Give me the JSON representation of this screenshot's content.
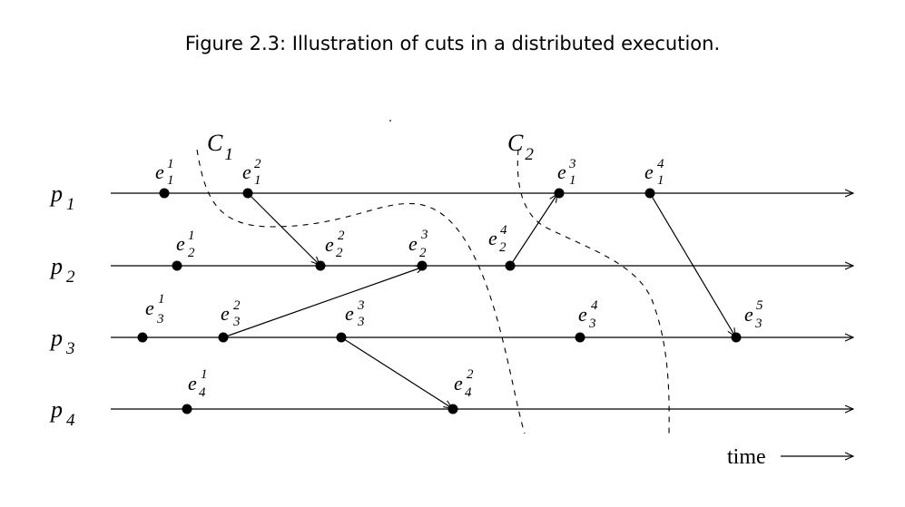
{
  "caption": "Figure 2.3: Illustration of cuts in a distributed execution.",
  "processes": [
    {
      "id": "p1",
      "base": "p",
      "sub": "1"
    },
    {
      "id": "p2",
      "base": "p",
      "sub": "2"
    },
    {
      "id": "p3",
      "base": "p",
      "sub": "3"
    },
    {
      "id": "p4",
      "base": "p",
      "sub": "4"
    }
  ],
  "events": [
    {
      "id": "e11",
      "process": "p1",
      "base": "e",
      "sup": "1",
      "sub": "1"
    },
    {
      "id": "e12",
      "process": "p1",
      "base": "e",
      "sup": "2",
      "sub": "1"
    },
    {
      "id": "e13",
      "process": "p1",
      "base": "e",
      "sup": "3",
      "sub": "1"
    },
    {
      "id": "e14",
      "process": "p1",
      "base": "e",
      "sup": "4",
      "sub": "1"
    },
    {
      "id": "e21",
      "process": "p2",
      "base": "e",
      "sup": "1",
      "sub": "2"
    },
    {
      "id": "e22",
      "process": "p2",
      "base": "e",
      "sup": "2",
      "sub": "2"
    },
    {
      "id": "e23",
      "process": "p2",
      "base": "e",
      "sup": "3",
      "sub": "2"
    },
    {
      "id": "e24",
      "process": "p2",
      "base": "e",
      "sup": "4",
      "sub": "2"
    },
    {
      "id": "e31",
      "process": "p3",
      "base": "e",
      "sup": "1",
      "sub": "3"
    },
    {
      "id": "e32",
      "process": "p3",
      "base": "e",
      "sup": "2",
      "sub": "3"
    },
    {
      "id": "e33",
      "process": "p3",
      "base": "e",
      "sup": "3",
      "sub": "3"
    },
    {
      "id": "e34",
      "process": "p3",
      "base": "e",
      "sup": "4",
      "sub": "3"
    },
    {
      "id": "e35",
      "process": "p3",
      "base": "e",
      "sup": "5",
      "sub": "3"
    },
    {
      "id": "e41",
      "process": "p4",
      "base": "e",
      "sup": "1",
      "sub": "4"
    },
    {
      "id": "e42",
      "process": "p4",
      "base": "e",
      "sup": "2",
      "sub": "4"
    }
  ],
  "messages": [
    {
      "from": "e12",
      "to": "e22"
    },
    {
      "from": "e32",
      "to": "e23"
    },
    {
      "from": "e24",
      "to": "e13"
    },
    {
      "from": "e33",
      "to": "e42"
    },
    {
      "from": "e14",
      "to": "e35"
    }
  ],
  "cuts": [
    {
      "id": "C1",
      "base": "C",
      "sub": "1"
    },
    {
      "id": "C2",
      "base": "C",
      "sub": "2"
    }
  ],
  "time_label": "time"
}
